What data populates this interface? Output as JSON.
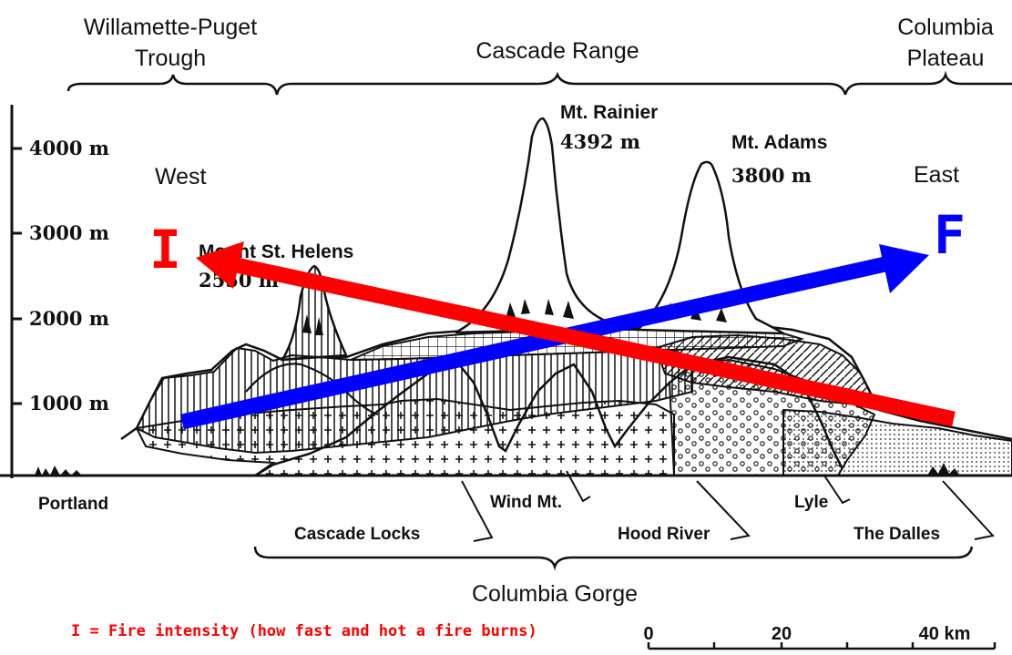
{
  "regions": {
    "willamette": "Willamette-Puget\nTrough",
    "cascade": "Cascade Range",
    "columbia_plateau": "Columbia\nPlateau",
    "columbia_gorge": "Columbia Gorge"
  },
  "directions": {
    "west": "West",
    "east": "East"
  },
  "elevation_ticks": [
    "4000 m",
    "3000 m",
    "2000 m",
    "1000 m"
  ],
  "peaks": {
    "rainier_name": "Mt. Rainier",
    "rainier_height": "4392 m",
    "adams_name": "Mt. Adams",
    "adams_height": "3800 m",
    "helens_name": "Mount St. Helens",
    "helens_height": "2550 m"
  },
  "places": {
    "portland": "Portland",
    "wind_mt": "Wind Mt.",
    "lyle": "Lyle",
    "cascade_locks": "Cascade Locks",
    "hood_river": "Hood River",
    "the_dalles": "The Dalles"
  },
  "scale": {
    "labels": [
      "0",
      "20",
      "40 km"
    ]
  },
  "arrows": {
    "intensity_letter": "I",
    "frequency_letter": "F",
    "intensity_color": "#ff0000",
    "frequency_color": "#0000ff"
  },
  "legend_text": "I = Fire intensity (how fast and hot a fire burns)"
}
